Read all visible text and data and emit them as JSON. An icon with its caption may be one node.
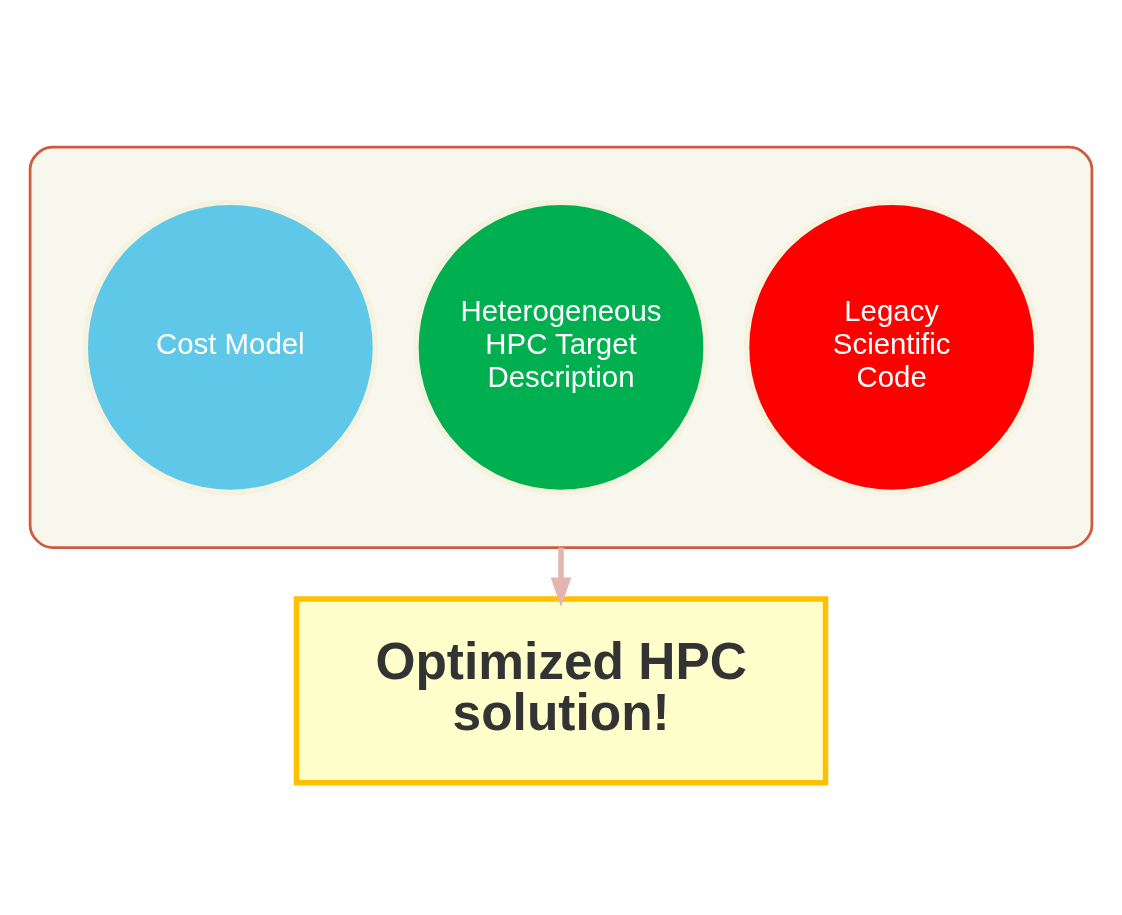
{
  "diagram": {
    "nodes": [
      {
        "text": [],
        "shape": "funnel"
      },
      {
        "text": [
          "Legacy Scientific Code"
        ],
        "in": 0
      },
      {
        "text": [
          "Heterogeneous HPC Target Description"
        ],
        "in": 0
      },
      {
        "text": [
          "Cost Model"
        ],
        "in": 0
      },
      {
        "text": [
          "Optimized HPC solution!"
        ]
      }
    ],
    "edges": [
      {
        "from": 0,
        "to": 4,
        "arrow": "to"
      }
    ]
  }
}
